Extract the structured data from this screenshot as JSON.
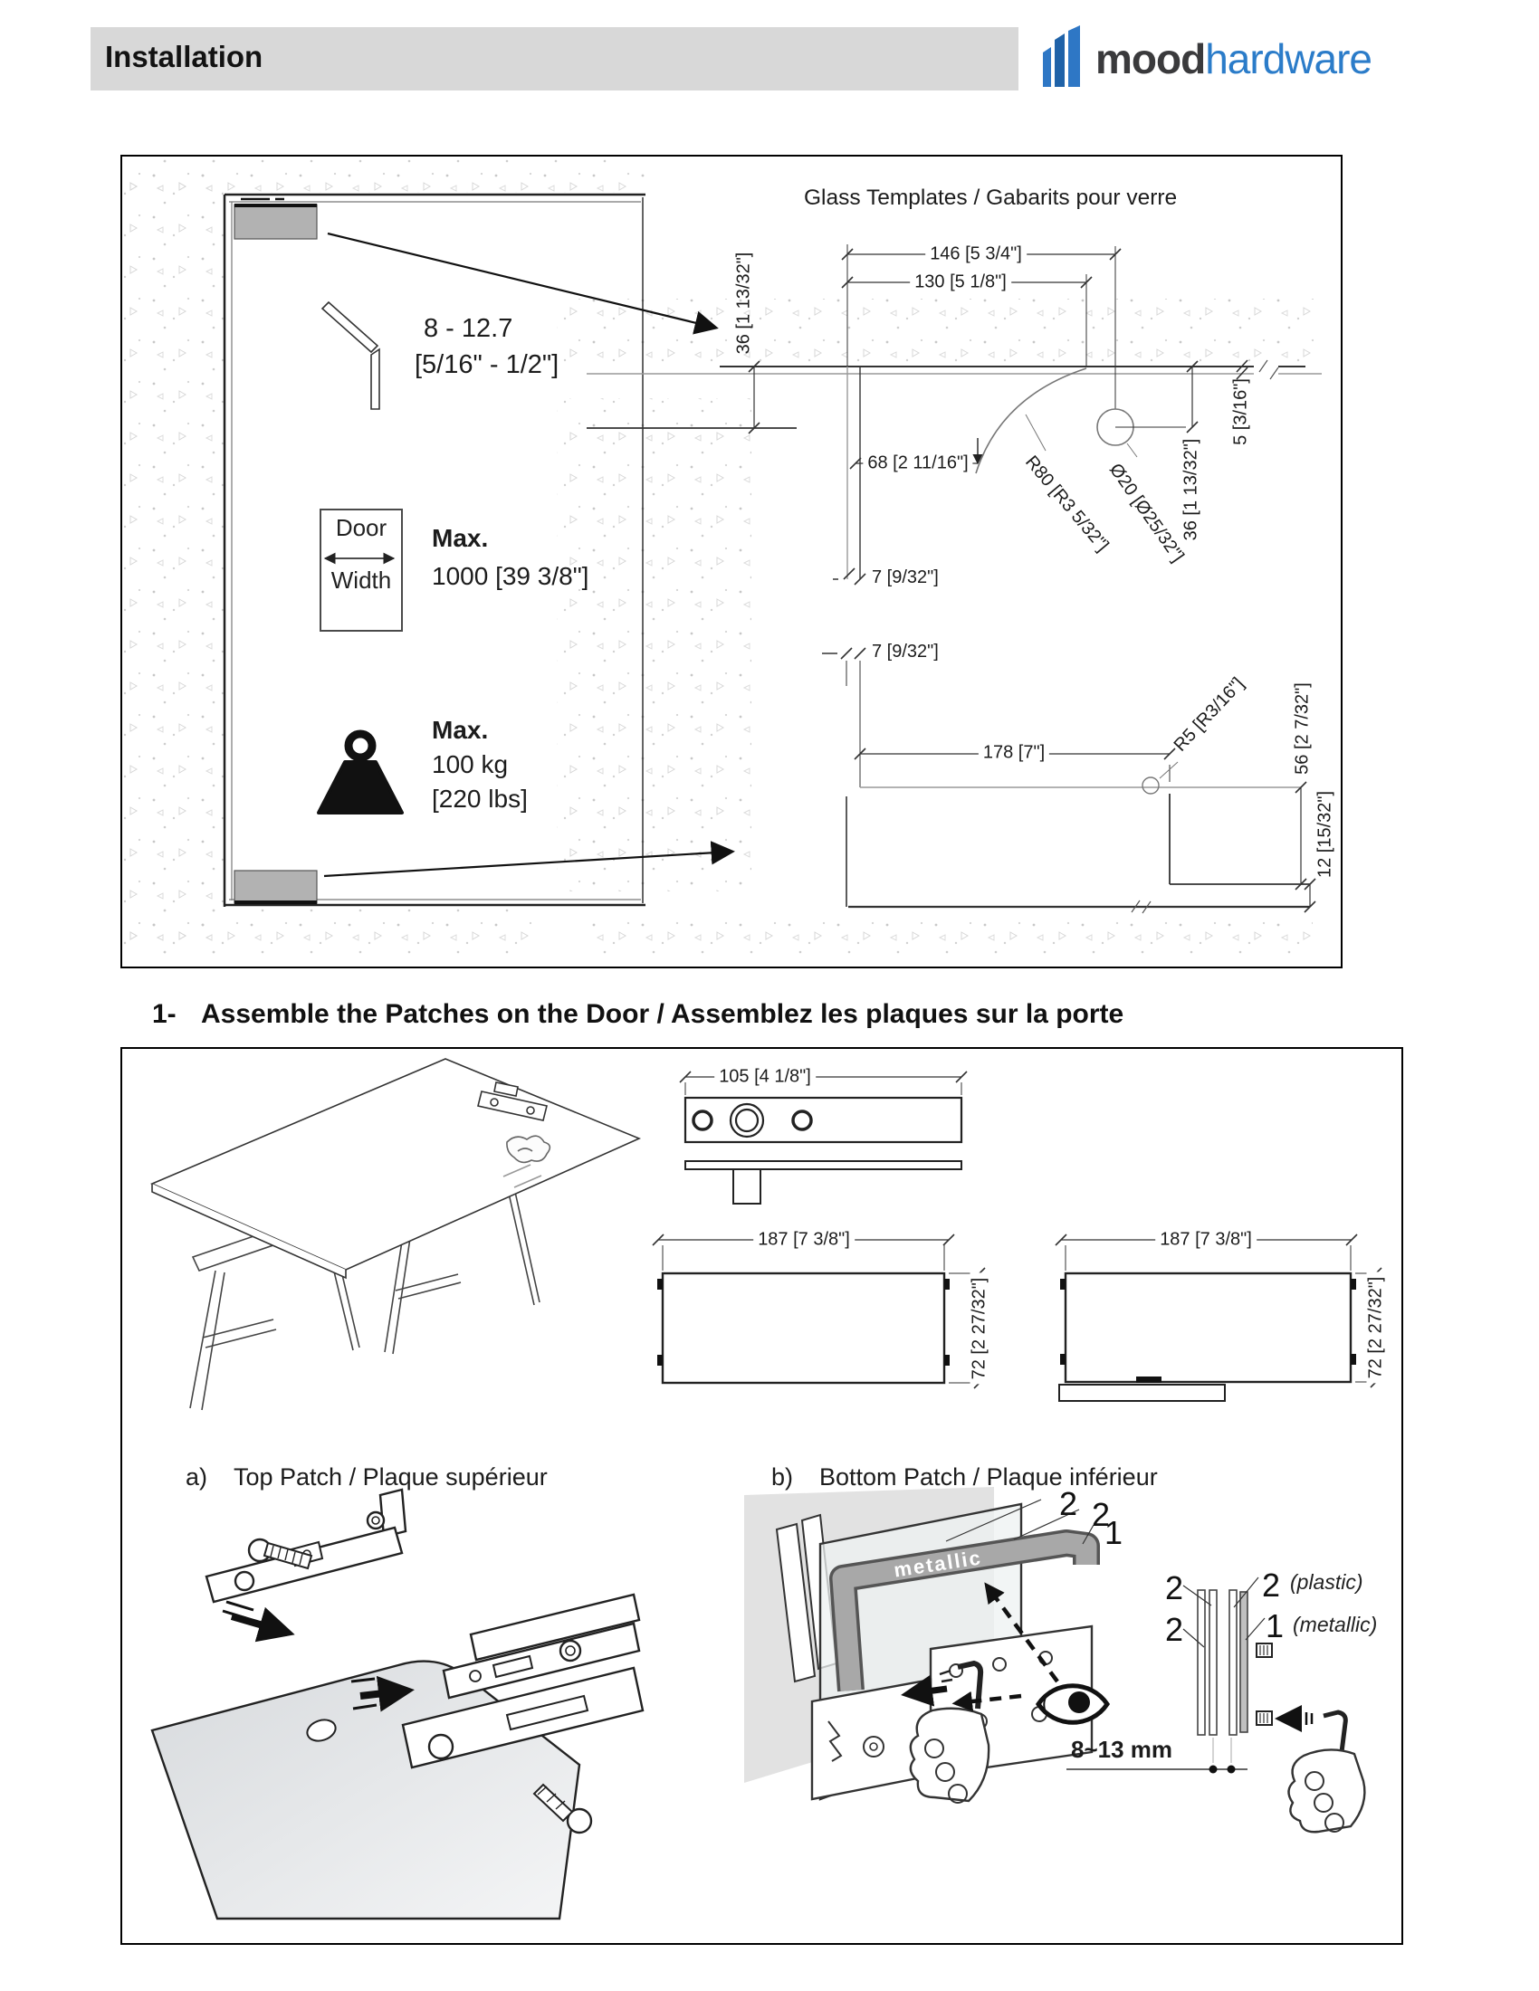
{
  "header": {
    "title": "Installation",
    "logo_mood": "mood",
    "logo_hardware": "hardware"
  },
  "overview": {
    "templates_title": "Glass Templates / Gabarits pour verre",
    "glass_thickness_mm": "8 - 12.7",
    "glass_thickness_in": "[5/16\" - 1/2\"]",
    "door_width_top": "Door",
    "door_width_bottom": "Width",
    "max_width_label": "Max.",
    "max_width_value": "1000 [39 3/8\"]",
    "max_weight_label": "Max.",
    "max_weight_kg": "100 kg",
    "max_weight_lbs": "[220 lbs]",
    "top_template": {
      "dim_146": "146 [5 3/4\"]",
      "dim_130": "130 [5 1/8\"]",
      "dim_36_left": "36 [1 13/32\"]",
      "dim_68": "68 [2 11/16\"]",
      "dim_7": "7 [9/32\"]",
      "dim_r80": "R80 [R3 5/32\"]",
      "dim_dia20": "Ø20 [Ø25/32\"]",
      "dim_36_right": "36 [1 13/32\"]",
      "dim_5": "5 [3/16\"]"
    },
    "bottom_template": {
      "dim_7": "7 [9/32\"]",
      "dim_178": "178 [7\"]",
      "dim_r5": "R5 [R3/16\"]",
      "dim_56": "56 [2 7/32\"]",
      "dim_12": "12 [15/32\"]"
    }
  },
  "step1": {
    "number": "1-",
    "title": "Assemble the Patches on the Door / Assemblez les plaques sur la porte",
    "top_plate_dim": "105 [4 1/8\"]",
    "left_patch_width": "187 [7 3/8\"]",
    "left_patch_height": "72 [2 27/32\"]",
    "right_patch_width": "187 [7 3/8\"]",
    "right_patch_height": "72 [2 27/32\"]",
    "label_a": "a)",
    "label_a_text": "Top Patch / Plaque supérieur",
    "label_b": "b)",
    "label_b_text": "Bottom Patch / Plaque inférieur",
    "detail": {
      "metallic_band": "metallic",
      "callouts": [
        "2",
        "2",
        "1"
      ],
      "strip_left_top": "2",
      "strip_left_bottom": "2",
      "plastic_num": "2",
      "plastic_label": "(plastic)",
      "metallic_num": "1",
      "metallic_label": "(metallic)",
      "gap_range": "8~13 mm"
    }
  },
  "colors": {
    "header_bg": "#d8d8d8",
    "logo_dark": "#3a3a3c",
    "logo_blue": "#2b7cc9",
    "line_dark": "#222222",
    "line_gray": "#8f8f8f",
    "patch_gray": "#b2b2b2"
  }
}
